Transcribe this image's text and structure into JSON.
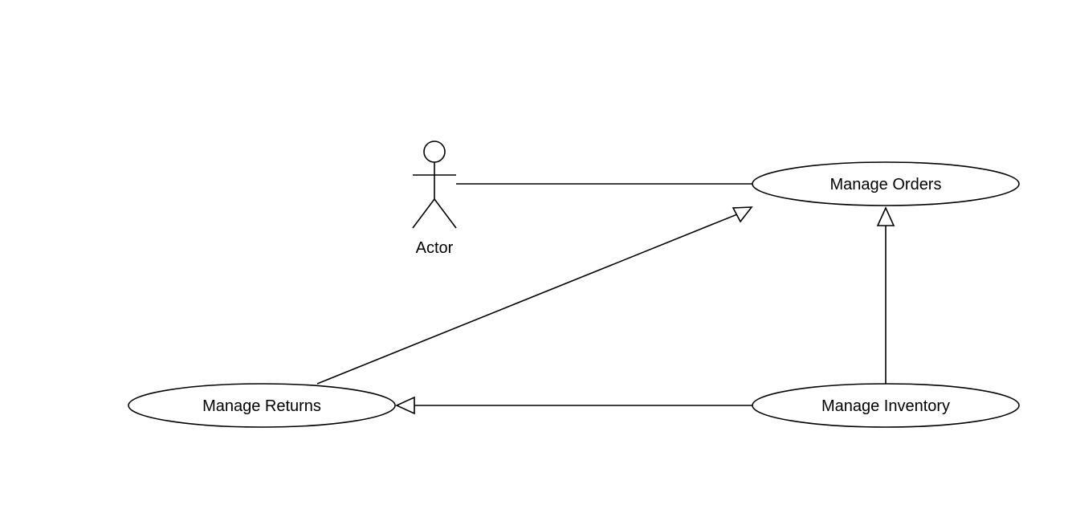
{
  "diagram": {
    "actor": {
      "label": "Actor"
    },
    "use_cases": {
      "manage_orders": {
        "label": "Manage Orders"
      },
      "manage_returns": {
        "label": "Manage Returns"
      },
      "manage_inventory": {
        "label": "Manage Inventory"
      }
    },
    "relations": [
      {
        "from": "Actor",
        "to": "Manage Orders",
        "type": "association"
      },
      {
        "from": "Manage Returns",
        "to": "Manage Orders",
        "type": "generalization"
      },
      {
        "from": "Manage Inventory",
        "to": "Manage Orders",
        "type": "generalization"
      },
      {
        "from": "Manage Inventory",
        "to": "Manage Returns",
        "type": "generalization"
      }
    ]
  }
}
